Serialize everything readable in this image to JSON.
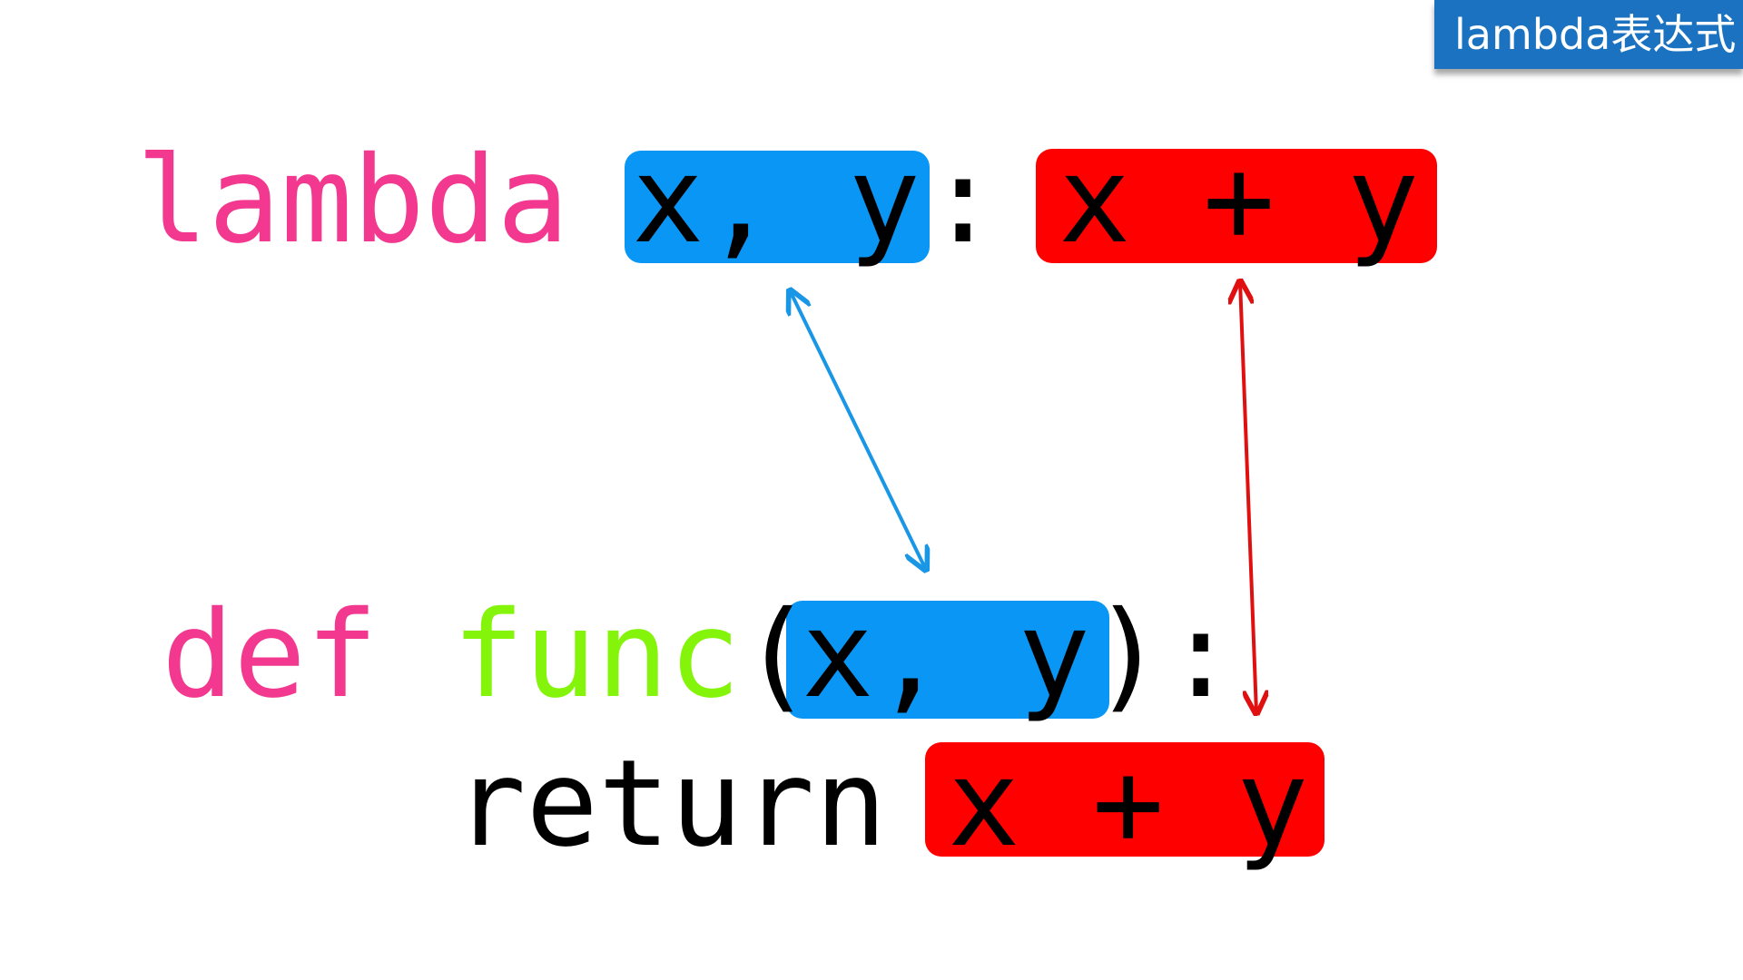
{
  "badge": {
    "label": "lambda表达式",
    "color": "#1a72c0"
  },
  "lambda_line": {
    "keyword": "lambda",
    "params": "x, y",
    "colon": ":",
    "body": "x + y"
  },
  "def_line": {
    "keyword": "def",
    "func_name": "func",
    "open_paren": "(",
    "params": "x, y",
    "close_paren": ")",
    "colon": ":"
  },
  "return_line": {
    "keyword": "return",
    "expr": "x + y"
  },
  "colors": {
    "keyword": "#f2398f",
    "function_name": "#84f50a",
    "params_highlight": "#0a96f5",
    "body_highlight": "#ff0000",
    "params_arrow": "#1a96e6",
    "body_arrow": "#e01010"
  }
}
